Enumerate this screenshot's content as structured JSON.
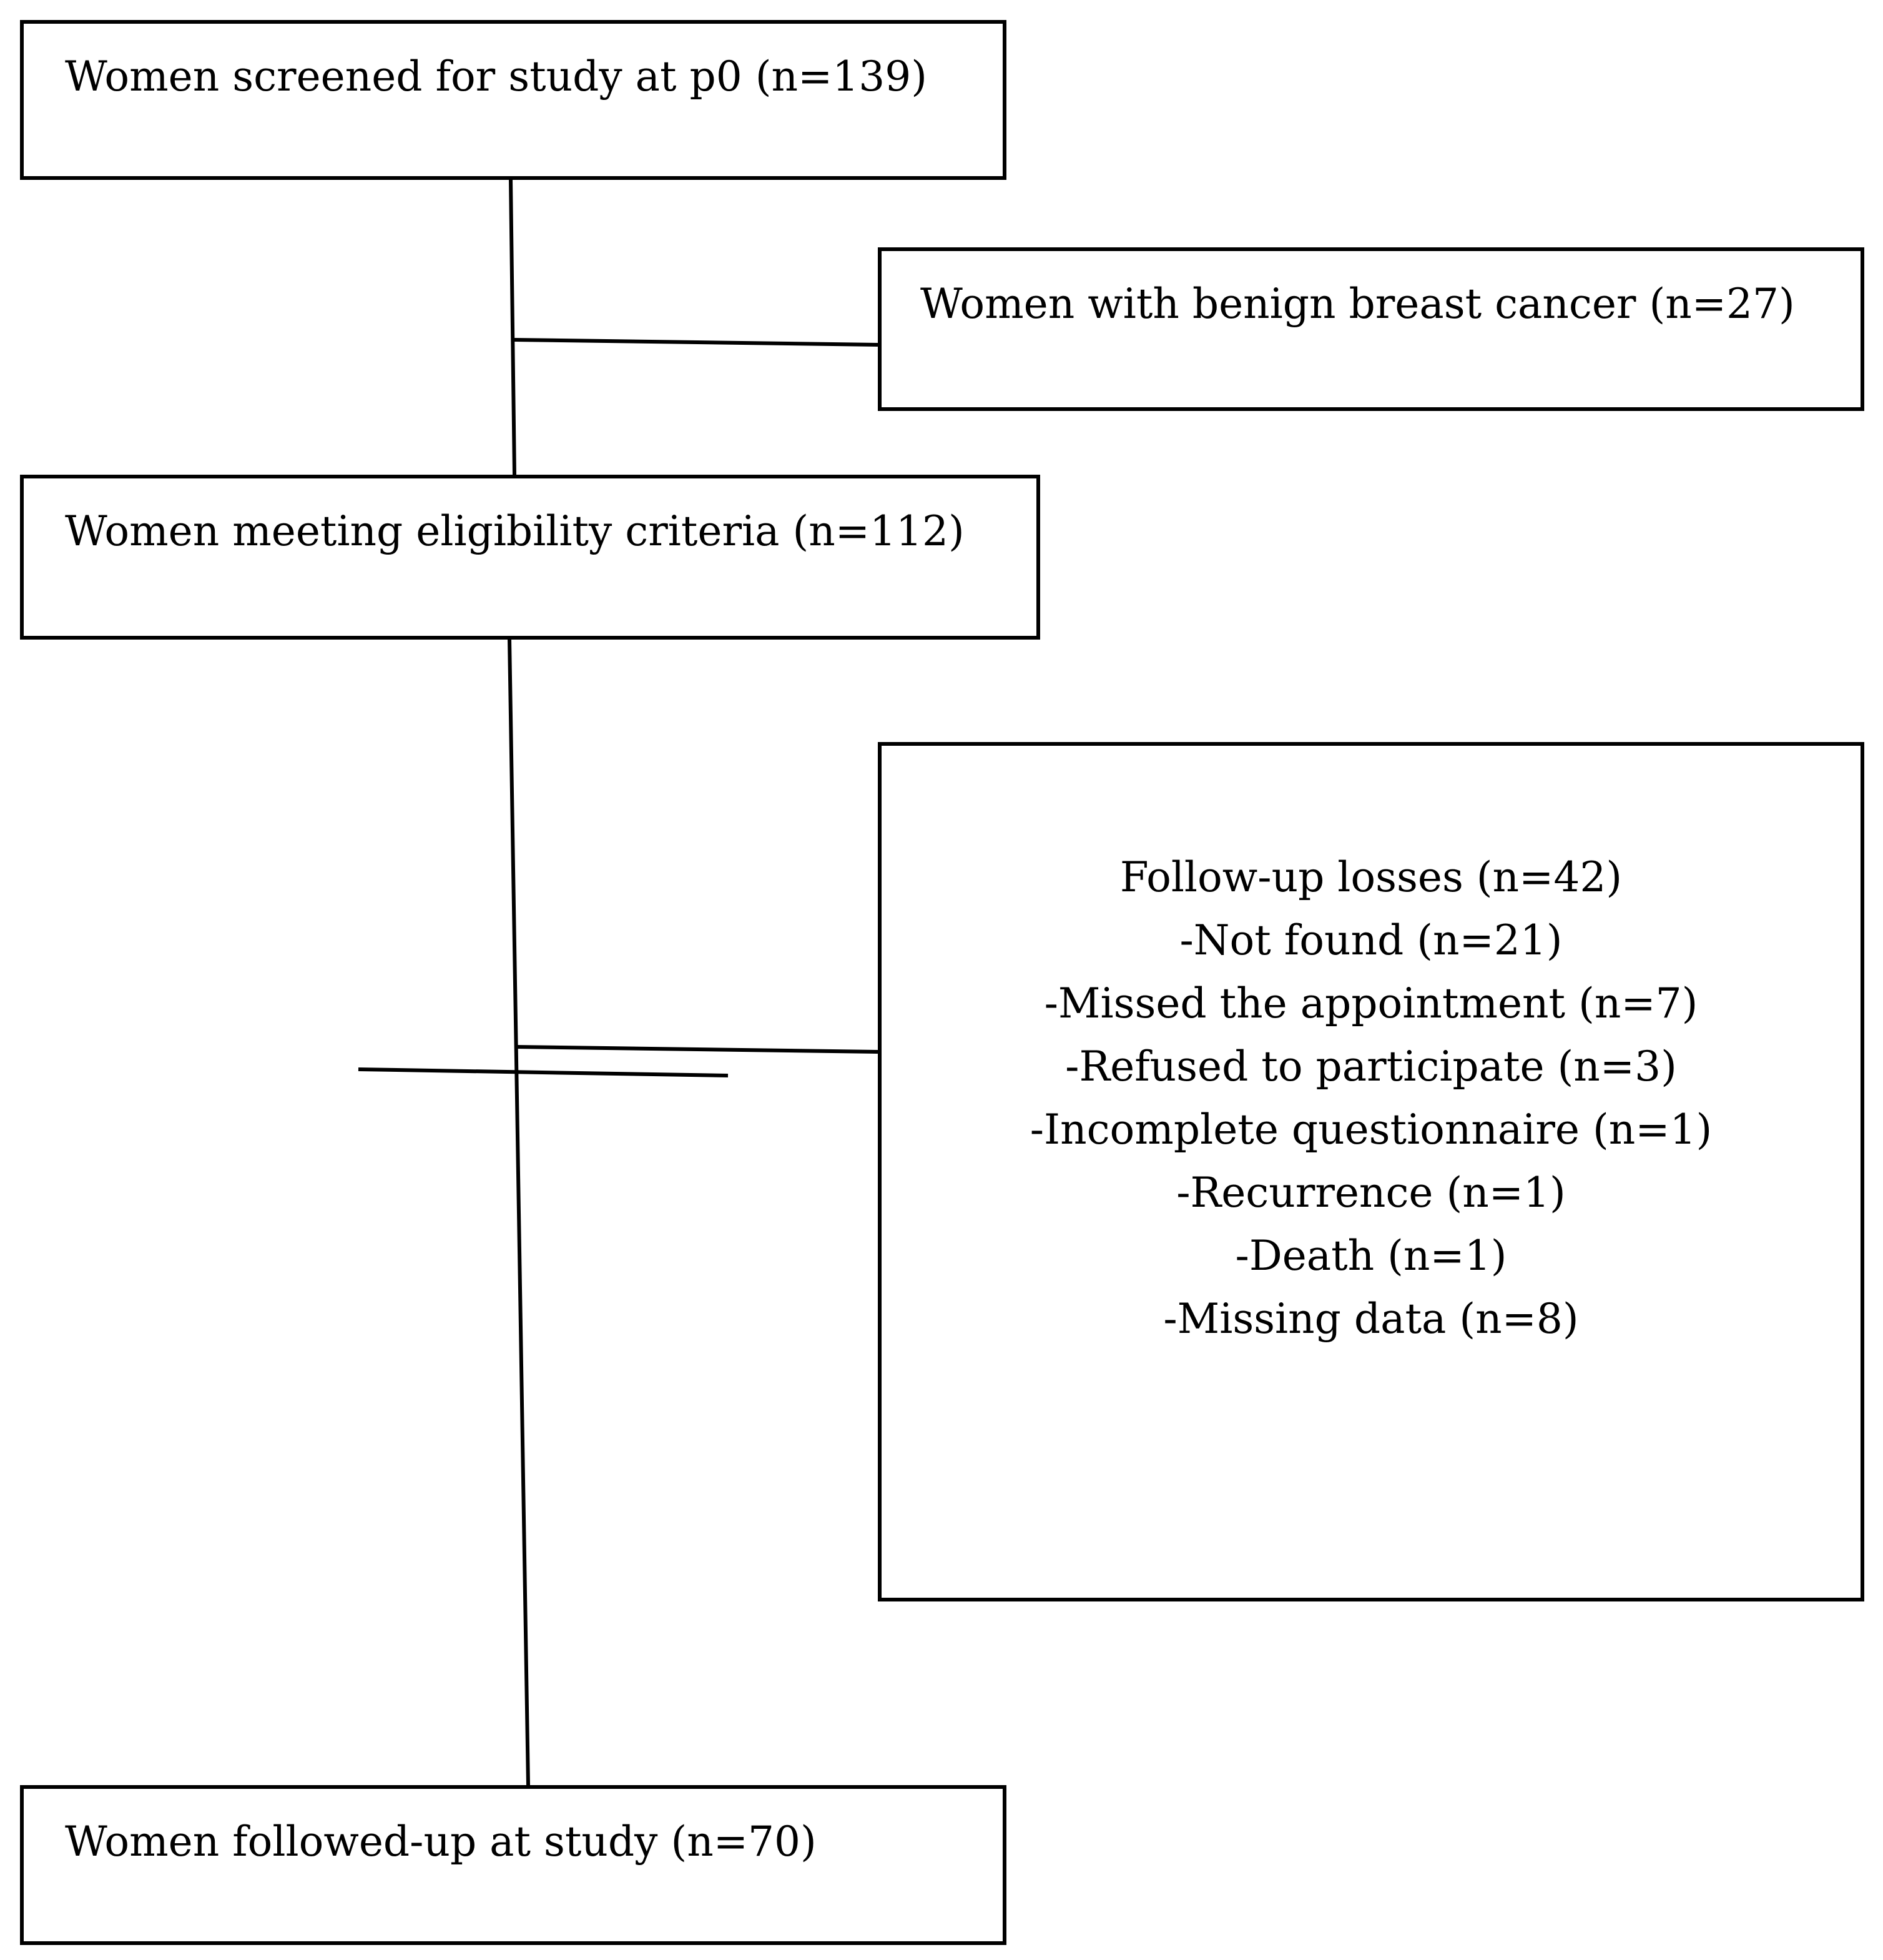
{
  "flowchart": {
    "screened": "Women screened for study at p0 (n=139)",
    "benign": "Women with benign breast cancer (n=27)",
    "eligible": "Women meeting eligibility criteria (n=112)",
    "losses": {
      "title": "Follow-up losses (n=42)",
      "items": [
        "-Not found (n=21)",
        "-Missed the appointment (n=7)",
        "-Refused to participate (n=3)",
        "-Incomplete questionnaire (n=1)",
        "-Recurrence (n=1)",
        "-Death (n=1)",
        "-Missing data (n=8)"
      ]
    },
    "followed": "Women followed-up at study (n=70)"
  }
}
